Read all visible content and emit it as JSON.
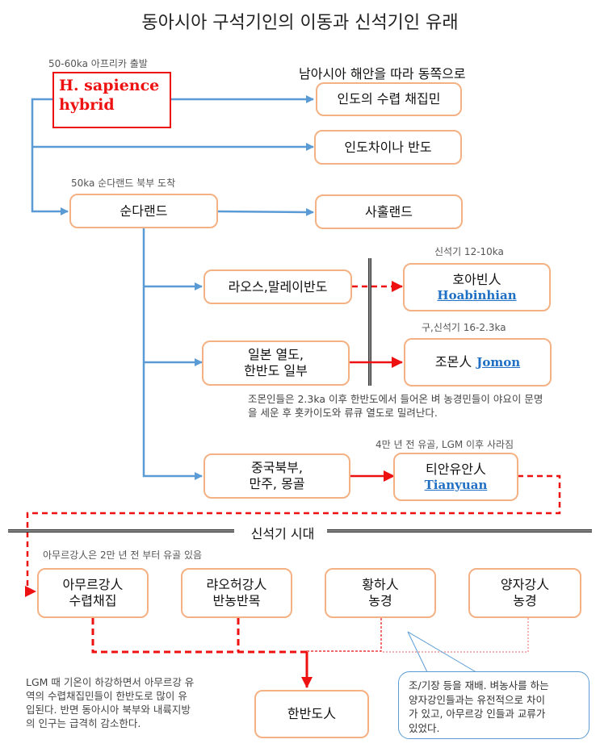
{
  "title": "동아시아 구석기인의 이동과 신석기인 유래",
  "colors": {
    "box_border": "#f4b183",
    "blue_arrow": "#5b9bd5",
    "red_arrow": "#ee1111",
    "link": "#1f6fc4"
  },
  "origin": {
    "note": "50-60ka 아프리카 출발",
    "line1": "H. sapience",
    "line2": "hybrid"
  },
  "south_asia_heading": "남아시아 해안을 따라 동쪽으로",
  "india": "인도의 수렵 채집민",
  "indochina": "인도차이나 반도",
  "sundaland": {
    "note": "50ka 순다랜드 북부 도착",
    "label": "순다랜드"
  },
  "sahul": "사훌랜드",
  "laos": "라오스,말레이반도",
  "hoabinh": {
    "note": "신석기 12-10ka",
    "ko": "호아빈人",
    "en": "Hoabinhian"
  },
  "japan": {
    "line1": "일본 열도,",
    "line2": "한반도 일부"
  },
  "jomon": {
    "note": "구,신석기 16-2.3ka",
    "ko": "조몬人",
    "en": "Jomon"
  },
  "jomon_text": {
    "line1": "조몬인들은 2.3ka 이후 한반도에서 들어온 벼 농경민들이 야요이 문명",
    "line2": "을 세운 후 홋카이도와 류큐 열도로 밀려난다."
  },
  "north_china": {
    "line1": "중국북부,",
    "line2": "만주, 몽골"
  },
  "tianyuan": {
    "note": "4만 년 전 유골, LGM 이후 사라짐",
    "ko": "티안유안人",
    "en": "Tianyuan"
  },
  "neolithic_label": "신석기 시대",
  "amur_note": "아무르강人은  2만 년 전 부터 유골 있음",
  "neolithic_boxes": [
    {
      "line1": "아무르강人",
      "line2": "수렵채집"
    },
    {
      "line1": "랴오허강人",
      "line2": "반농반목"
    },
    {
      "line1": "황하人",
      "line2": "농경"
    },
    {
      "line1": "양자강人",
      "line2": "농경"
    }
  ],
  "korea": "한반도人",
  "lgm_text": [
    "LGM 때 기온이 하강하면서 아무르강 유",
    "역의 수렵채집민들이 한반도로 많이 유",
    "입된다. 반면 동아시아 북부와 내륙지방",
    "의 인구는 급격히 감소한다."
  ],
  "callout_text": [
    "조/기장 등을 재배. 벼농사를 하는",
    "양자강인들과는 유전적으로 차이",
    "가 있고, 아무르강 인들과 교류가",
    "있었다."
  ]
}
